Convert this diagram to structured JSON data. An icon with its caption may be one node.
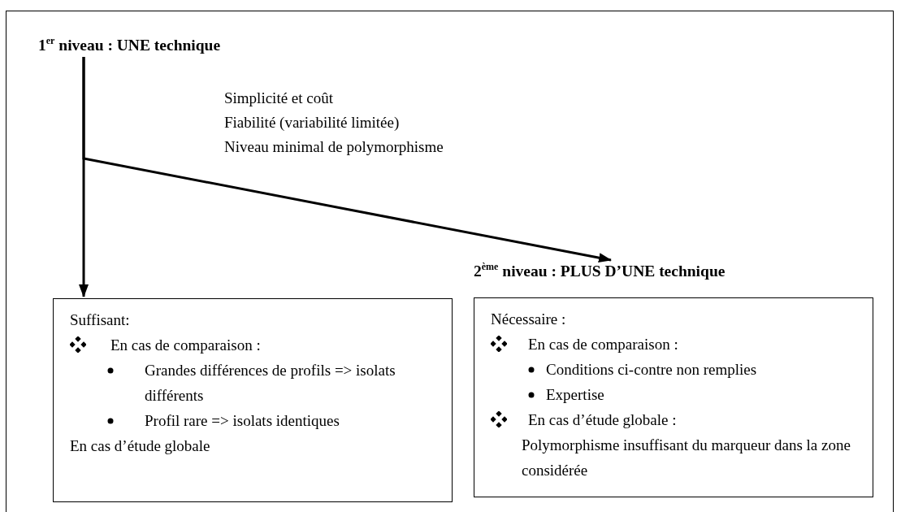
{
  "diagram": {
    "nodes": [
      {
        "text": [
          "1$^{er}$ niveau : UNE technique"
        ]
      },
      {
        "text": [
          "Suffisant:",
          "En cas de comparaison :",
          "Grandes différences de profils => isolats différents",
          "Profil rare => isolats identiques",
          "En cas d’étude globale"
        ]
      },
      {
        "text": [
          "2$^{ème}$ niveau : PLUS D’UNE technique"
        ]
      },
      {
        "text": [
          "Nécessaire :",
          "En cas de comparaison :",
          "Conditions ci-contre non remplies",
          "Expertise",
          "En cas d’étude globale :",
          "Polymorphisme insuffisant du marqueur dans la zone considérée"
        ]
      }
    ],
    "edges": [
      {
        "from": 0,
        "to": 1,
        "arrow": "to"
      },
      {
        "from": 0,
        "to": 2,
        "arrow": "to"
      }
    ],
    "labels": [
      "Simplicité et coût",
      "Fiabilité (variabilité limitée)",
      "Niveau minimal de polymorphisme"
    ]
  }
}
